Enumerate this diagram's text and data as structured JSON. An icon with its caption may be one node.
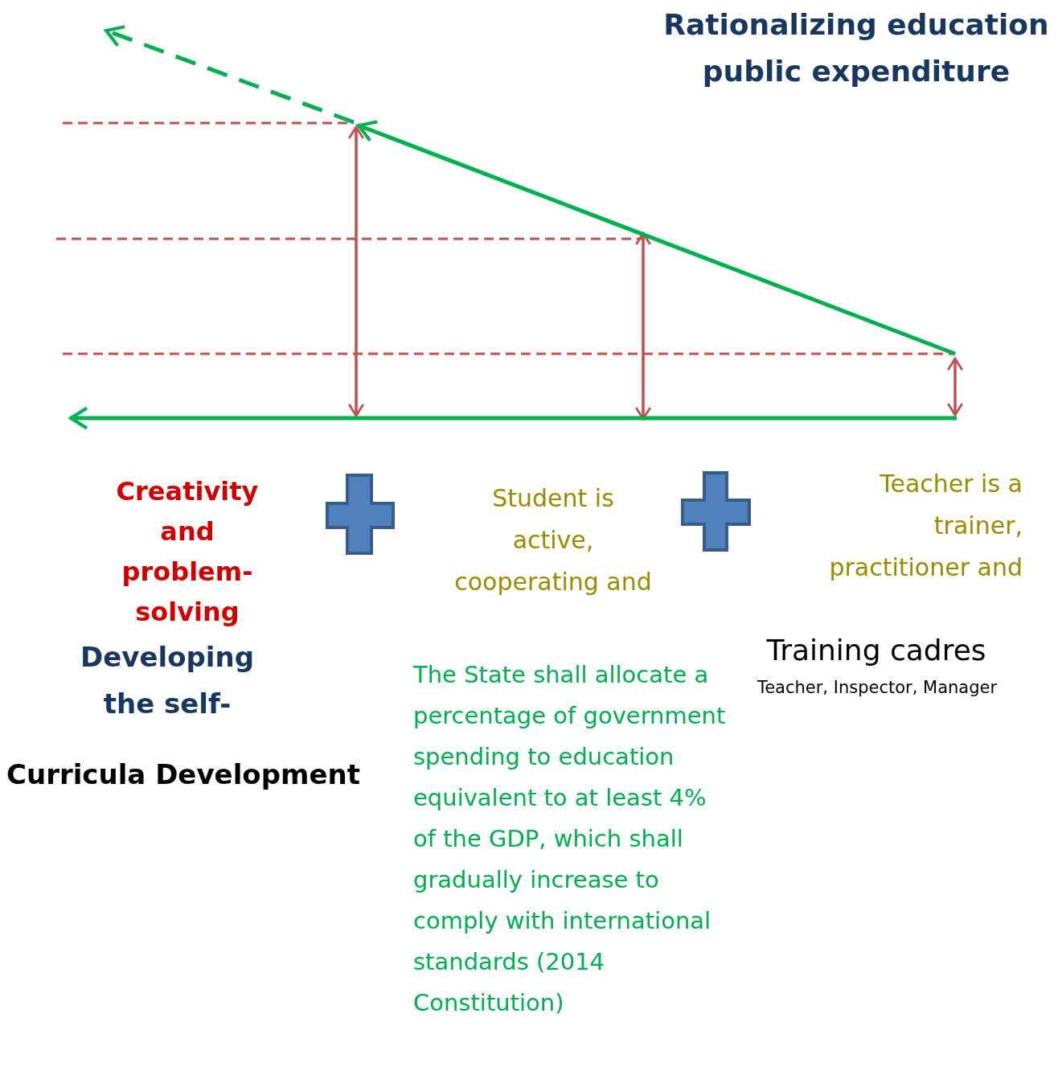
{
  "diagram": {
    "title": "Rationalizing education public expenditure",
    "labels": [
      "Creativity and problem-solving",
      "Student is active, cooperating and",
      "Teacher is a trainer, practitioner and",
      "Developing the self-",
      "Training cadres",
      "Teacher, Inspector, Manager",
      "The State shall allocate a percentage of government spending to education equivalent to at least 4% of the GDP, which shall gradually increase to comply with international standards (2014 Constitution)",
      "Curricula Development"
    ]
  }
}
